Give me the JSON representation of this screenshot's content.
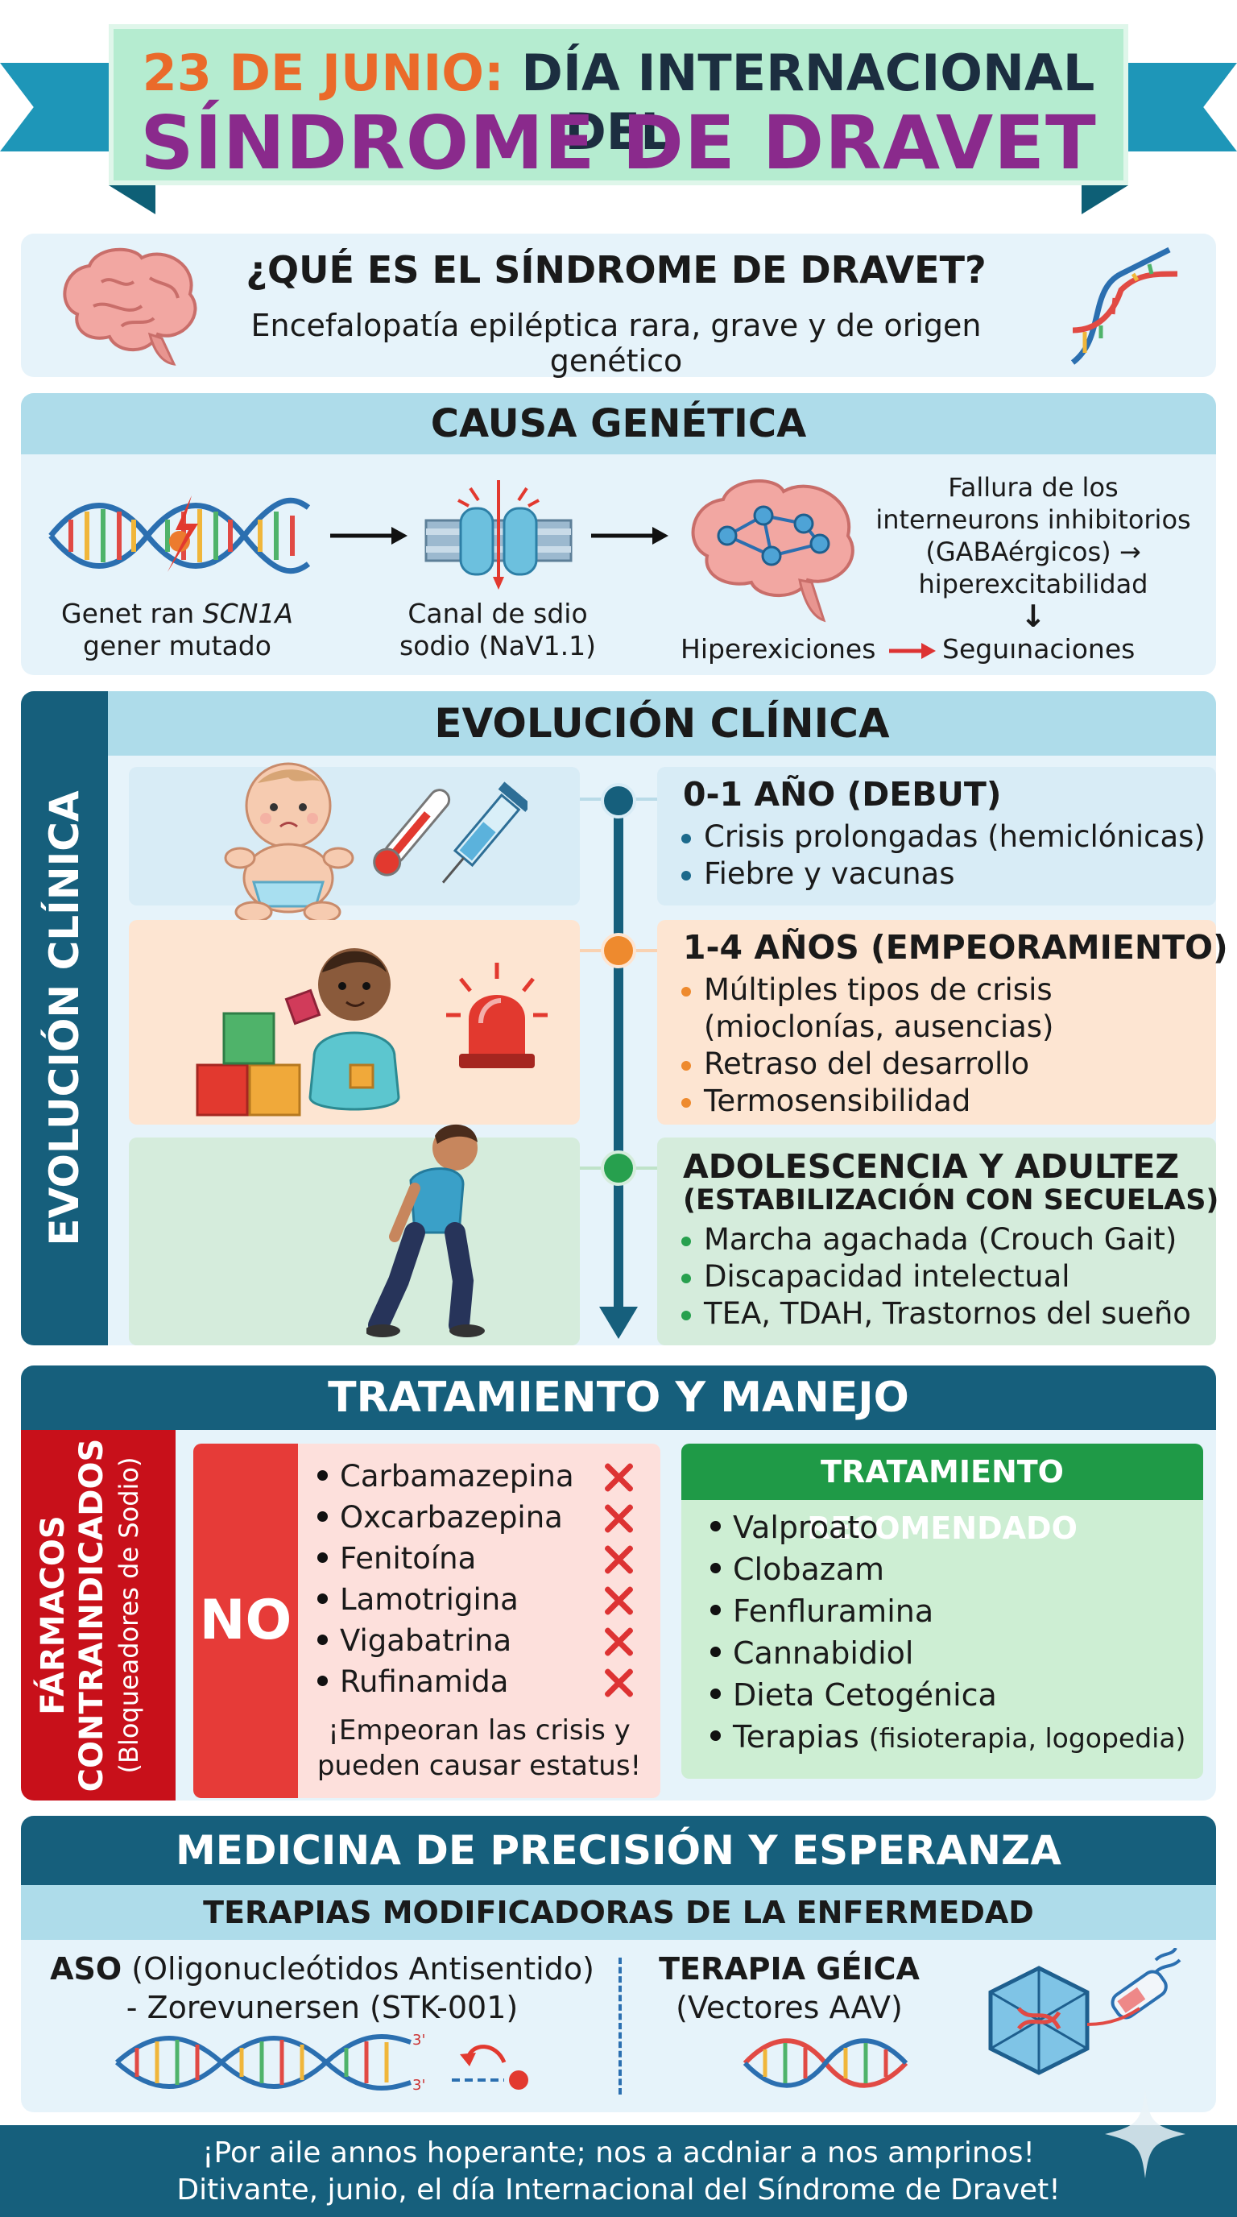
{
  "banner": {
    "date": "23 DE JUNIO:",
    "title_line1": "DÍA INTERNACIONAL DEL",
    "title_line2": "SÍNDROME DE DRAVET"
  },
  "what_is": {
    "title": "¿QUÉ ES EL SÍNDROME DE DRAVET?",
    "subtitle": "Encefalopatía epiléptica rara, grave y de origen genético"
  },
  "cause": {
    "title": "CAUSA GENÉTICA",
    "gene_label_1": "Genet ran",
    "gene_label_gene": "SCN1A",
    "gene_label_2": "gener mutado",
    "channel_label_1": "Canal de sdio",
    "channel_label_2": "sodio (NaV1.1)",
    "failure_1": "Fallura de los",
    "failure_2": "interneurons inhibitorios",
    "failure_3": "(GABAérgicos) →",
    "failure_4": "hiperexcitabilidad",
    "down_arrow": "↓",
    "hyper": "Hiperexiciones",
    "seizures": "Seguınaciones"
  },
  "evolution": {
    "title": "EVOLUCIÓN CLÍNICA",
    "side_label": "EVOLUCIÓN CLÍNICA",
    "stages": [
      {
        "title": "0-1 AÑO (DEBUT)",
        "items": [
          "Crisis prolongadas (hemiclónicas)",
          "Fiebre y vacunas"
        ]
      },
      {
        "title": "1-4 AÑOS (EMPEORAMIENTO)",
        "items": [
          "Múltiples tipos de crisis",
          "(mioclonías, ausencias)",
          "Retraso del desarrollo",
          "Termosensibilidad"
        ]
      },
      {
        "title": "ADOLESCENCIA Y ADULTEZ",
        "subtitle": "(ESTABILIZACIÓN CON SECUELAS)",
        "items": [
          "Marcha agachada (Crouch Gait)",
          "Discapacidad intelectual",
          "TEA, TDAH, Trastornos del sueño"
        ]
      }
    ]
  },
  "treatment": {
    "title": "TRATAMIENTO Y MANEJO",
    "side_1": "FÁRMACOS",
    "side_2": "CONTRAINDICADOS",
    "side_3": "(Bloqueadores de Sodio)",
    "no": "NO",
    "contraindicated": [
      "Carbamazepina",
      "Oxcarbazepina",
      "Fenitoína",
      "Lamotrigina",
      "Vigabatrina",
      "Rufinamida"
    ],
    "warning_1": "¡Empeoran las crisis y",
    "warning_2": "pueden causar estatus!",
    "recommended_title": "TRATAMIENTO RECOMENDADO",
    "recommended": [
      "Valproato",
      "Clobazam",
      "Fenfluramina",
      "Cannabidiol",
      "Dieta Cetogénica"
    ],
    "therapies_label": "Terapias",
    "therapies_detail": "(fisioterapia, logopedia)"
  },
  "precision": {
    "title": "MEDICINA DE PRECISIÓN Y ESPERANZA",
    "subtitle": "TERAPIAS MODIFICADORAS DE LA ENFERMEDAD",
    "aso_bold": "ASO",
    "aso_rest": "(Oligonucleótidos Antisentido)",
    "aso_line2": "- Zorevunersen (STK-001)",
    "gene_title": "TERAPIA GÉICA",
    "gene_sub": "(Vectores AAV)",
    "prime_top": "3'",
    "prime_bottom": "3'"
  },
  "footer": {
    "line1": "¡Por aile annos hoperante; nos a acdniar a nos amprinos!",
    "line2": "Ditivante, junio, el día Internacional del Síndrome de Dravet!"
  }
}
